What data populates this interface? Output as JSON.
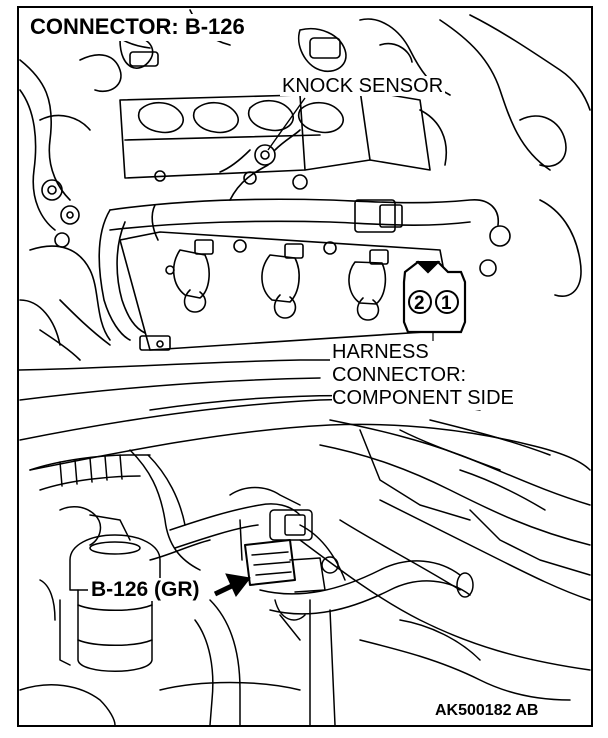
{
  "title": "CONNECTOR: B-126",
  "labels": {
    "knock_sensor": "KNOCK SENSOR",
    "harness_line1": "HARNESS",
    "harness_line2": "CONNECTOR:",
    "harness_line3": "COMPONENT SIDE",
    "connector_callout": "B-126 (GR)"
  },
  "connector_pins": [
    "2",
    "1"
  ],
  "figure_code": "AK500182 AB",
  "colors": {
    "line": "#000000",
    "background": "#ffffff"
  }
}
